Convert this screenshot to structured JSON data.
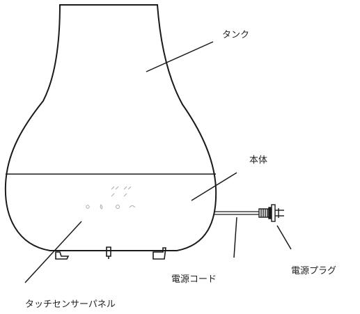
{
  "labels": {
    "tank": "タンク",
    "body": "本体",
    "power_cord": "電源コード",
    "power_plug": "電源プラグ",
    "touch_panel": "タッチセンサーパネル"
  },
  "colors": {
    "line": "#1a1a1a",
    "panel_marks": "#aaaaaa",
    "background": "#ffffff"
  }
}
